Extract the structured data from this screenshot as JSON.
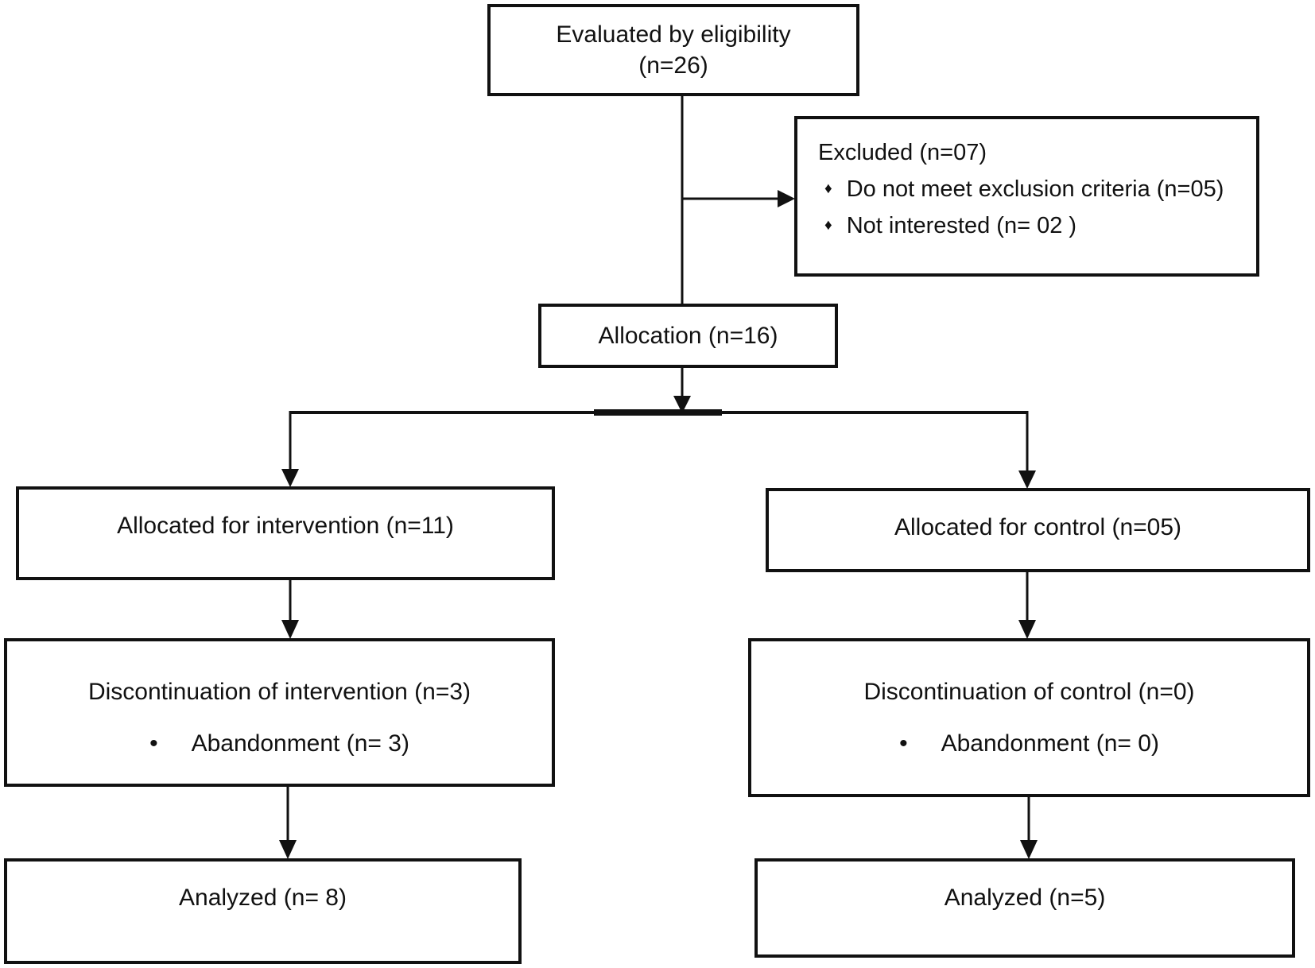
{
  "figure": {
    "colors": {
      "line": "#111111",
      "text": "#111111",
      "background": "#ffffff"
    },
    "boxes": {
      "eligibility": {
        "line1": "Evaluated by eligibility",
        "line2": "(n=26)"
      },
      "excluded": {
        "title": "Excluded (n=07)",
        "bullet_glyph": "♦",
        "bullets": [
          "Do not meet exclusion criteria (n=05)",
          "Not interested (n= 02 )"
        ]
      },
      "allocation": {
        "label": "Allocation (n=16)"
      },
      "alloc_intervention": {
        "label": "Allocated for intervention (n=11)"
      },
      "alloc_control": {
        "label": "Allocated for control (n=05)"
      },
      "disc_intervention": {
        "title": "Discontinuation of intervention (n=3)",
        "bullet_glyph": "•",
        "bullets": [
          "Abandonment (n= 3)"
        ]
      },
      "disc_control": {
        "title": "Discontinuation of control (n=0)",
        "bullet_glyph": "•",
        "bullets": [
          "Abandonment (n= 0)"
        ]
      },
      "analyzed_intervention": {
        "label": "Analyzed (n= 8)"
      },
      "analyzed_control": {
        "label": "Analyzed (n=5)"
      }
    }
  }
}
